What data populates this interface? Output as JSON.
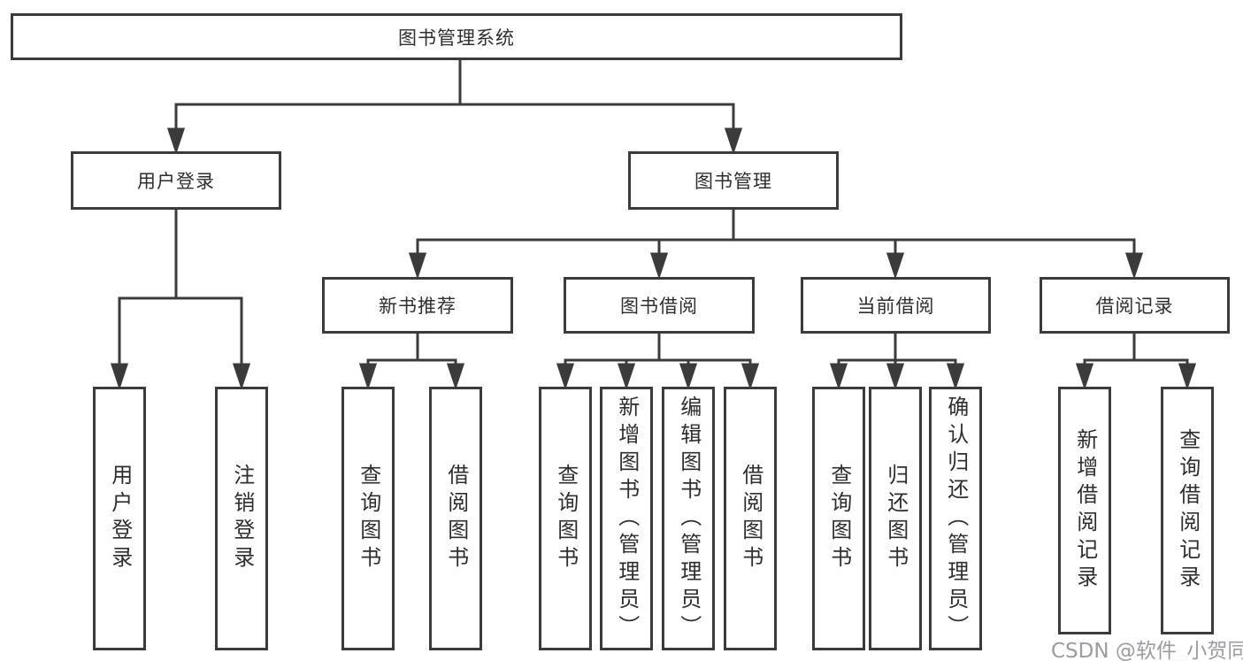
{
  "diagram": {
    "root": "图书管理系统",
    "level2": {
      "user_login": "用户登录",
      "book_management": "图书管理"
    },
    "level3": {
      "new_book_recommend": "新书推荐",
      "book_borrow": "图书借阅",
      "current_borrow": "当前借阅",
      "borrow_records": "借阅记录"
    },
    "level4": {
      "user_login": "用户登录",
      "logout": "注销登录",
      "nb_query_book": "查询图书",
      "nb_borrow_book": "借阅图书",
      "bb_query_book": "查询图书",
      "bb_add_book_admin": "新增图书（管理员）",
      "bb_edit_book_admin": "编辑图书（管理员）",
      "bb_borrow_book": "借阅图书",
      "cb_query_book": "查询图书",
      "cb_return_book": "归还图书",
      "cb_confirm_return_admin": "确认归还（管理员）",
      "br_add_record": "新增借阅记录",
      "br_query_record": "查询借阅记录"
    }
  },
  "watermark": {
    "text": "CSDN @软件_小贺同学"
  },
  "colors": {
    "line": "#3b3b3b",
    "box_border": "#3b3b3b",
    "text": "#2e2e2e",
    "watermark": "#9b9ba3",
    "background": "#ffffff"
  }
}
